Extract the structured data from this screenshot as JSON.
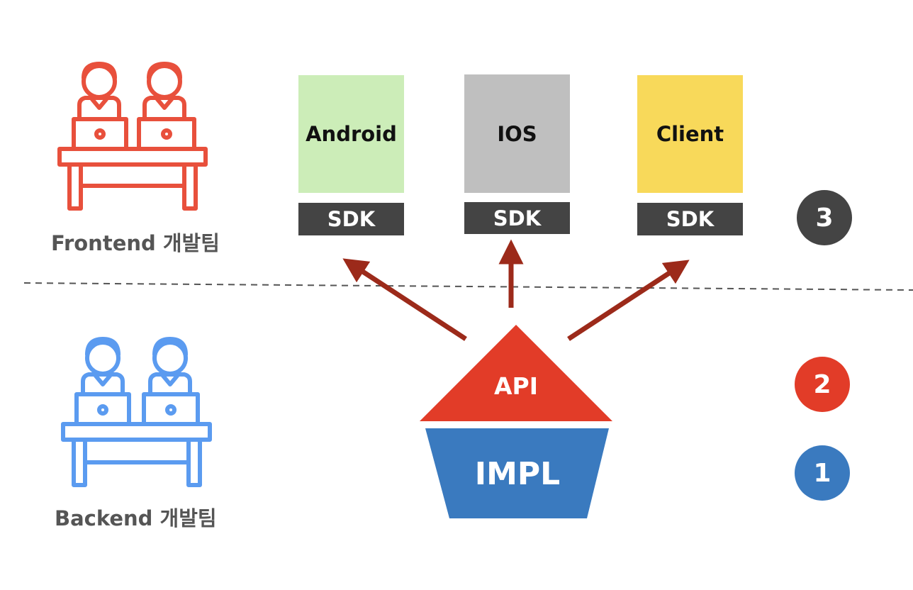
{
  "colors": {
    "frontend_team": "#e8503c",
    "backend_team": "#5b9bf0",
    "android_box": "#ccedb8",
    "ios_box": "#bfbfbf",
    "client_box": "#f8d95a",
    "sdk_box": "#444444",
    "api_shape": "#e23c28",
    "impl_shape": "#3a7abf",
    "arrow": "#9c2a1a",
    "divider": "#555555",
    "badge_3": "#444444",
    "badge_2": "#e23c28",
    "badge_1": "#3a7abf"
  },
  "teams": {
    "frontend": {
      "label": "Frontend 개발팀",
      "icon": "developers-at-desk-icon"
    },
    "backend": {
      "label": "Backend 개발팀",
      "icon": "developers-at-desk-icon"
    }
  },
  "platforms": [
    {
      "label": "Android",
      "sdk_label": "SDK"
    },
    {
      "label": "IOS",
      "sdk_label": "SDK"
    },
    {
      "label": "Client",
      "sdk_label": "SDK"
    }
  ],
  "api_label": "API",
  "impl_label": "IMPL",
  "steps": [
    "3",
    "2",
    "1"
  ]
}
